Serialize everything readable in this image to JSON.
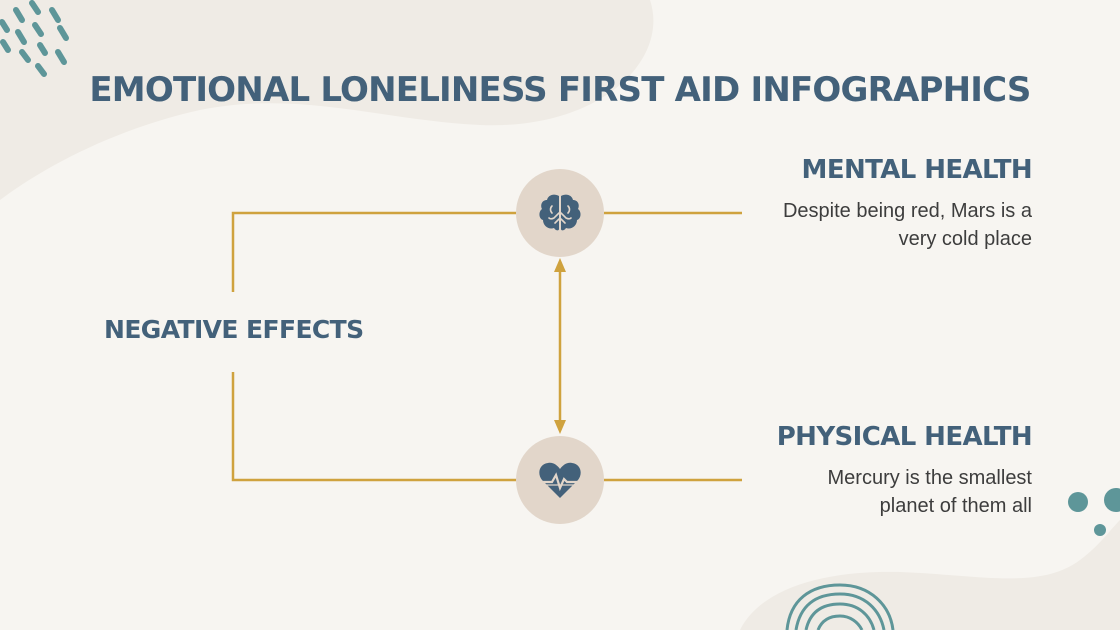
{
  "title": "EMOTIONAL LONELINESS FIRST AID INFOGRAPHICS",
  "center_label": "NEGATIVE EFFECTS",
  "sections": [
    {
      "title": "MENTAL HEALTH",
      "description_line1": "Despite being red, Mars is a",
      "description_line2": "very cold place",
      "icon": "brain-icon"
    },
    {
      "title": "PHYSICAL HEALTH",
      "description_line1": "Mercury is the smallest",
      "description_line2": "planet of them all",
      "icon": "heart-pulse-icon"
    }
  ],
  "colors": {
    "background": "#f7f5f1",
    "blob": "#efebe5",
    "heading": "#43617a",
    "line": "#cfa23e",
    "circle": "#e2d6ca",
    "accent_teal": "#5e9699"
  }
}
